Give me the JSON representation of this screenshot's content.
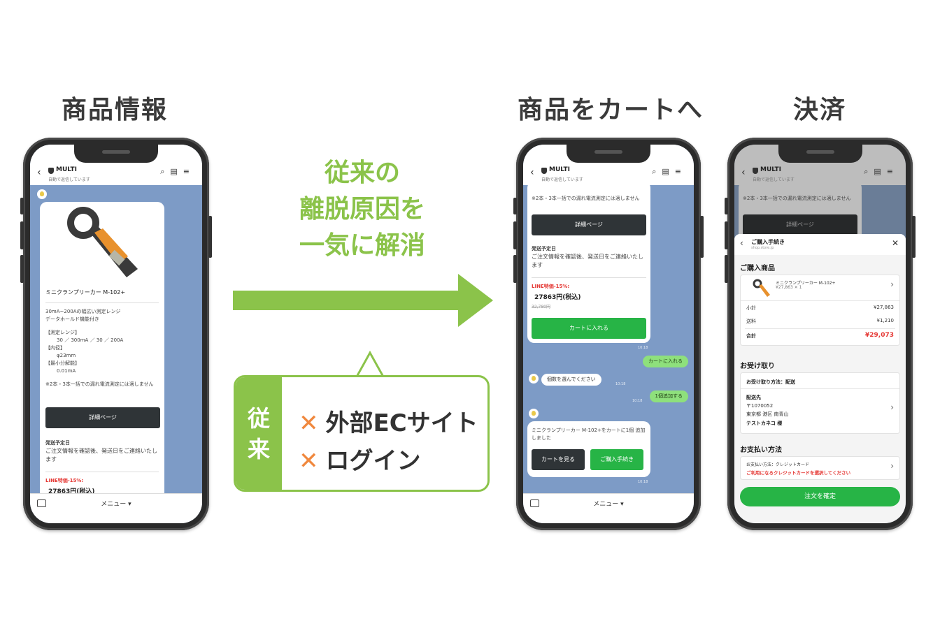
{
  "headings": {
    "product_info": "商品情報",
    "add_to_cart": "商品をカートへ",
    "payment": "決済"
  },
  "tagline": [
    "従来の",
    "離脱原因を",
    "一気に解消"
  ],
  "legacy": {
    "label_line1": "従",
    "label_line2": "来",
    "items": [
      "外部ECサイト",
      "ログイン"
    ],
    "mark": "✕"
  },
  "chat": {
    "account_name": "MULTI",
    "account_sub": "自動で返信しています",
    "menu_label": "メニュー ▾",
    "product_name": "ミニクランプリーカー M-102+",
    "desc_line1": "30mA~200Aの幅広い測定レンジ",
    "desc_line2": "データホールド機能付き",
    "spec_range_label": "【測定レンジ】",
    "spec_range_value": "30 ／ 300mA ／ 30 ／ 200A",
    "spec_diameter_label": "【内径】",
    "spec_diameter_value": "φ23mm",
    "spec_resolution_label": "【最小分解能】",
    "spec_resolution_value": "0.01mA",
    "note": "※2本・3本一括での漏れ電流測定には適しません",
    "detail_button": "詳細ページ",
    "ship_label": "発送予定日",
    "ship_text": "ご注文情報を確認後、発送日をご連絡いたします",
    "line_discount": "LINE特価-15%:",
    "price": "27863円(税込)",
    "price_original": "32,780円",
    "add_cart_button": "カートに入れる",
    "user_msg_add": "カートに入れる",
    "bot_msg_qty": "個数を選んでください",
    "user_msg_qty": "1個追加する",
    "added_msg": "ミニクランプリーカー M-102+をカートに1個 追加しました",
    "view_cart_button": "カートを見る",
    "checkout_button": "ご購入手続き",
    "time1": "10:18",
    "time2": "10:18",
    "time3": "10:18",
    "time4": "10:18"
  },
  "checkout": {
    "title": "ご購入手続き",
    "domain": "shop.store.jp",
    "items_section": "ご購入商品",
    "item_name": "ミニクランプリーカー M-102+",
    "item_price_qty": "¥27,863 ✕ 1",
    "subtotal_label": "小計",
    "subtotal_value": "¥27,863",
    "shipping_label": "送料",
    "shipping_value": "¥1,210",
    "total_label": "合計",
    "total_value": "¥29,073",
    "receive_section": "お受け取り",
    "receive_method": "お受け取り方法：配送",
    "destination_label": "配送先",
    "postal": "〒1070052",
    "address": "東京都 港区 南青山",
    "recipient": "テストカネコ 様",
    "payment_section": "お支払い方法",
    "payment_method": "お支払い方法：クレジットカード",
    "payment_warning": "ご利用になるクレジットカードを選択してください",
    "confirm_button": "注文を確定"
  },
  "colors": {
    "green": "#8bc34a",
    "orange": "#f0883e",
    "line_green": "#27b446",
    "chat_bg": "#7d9bc6",
    "total_red": "#e53935"
  }
}
